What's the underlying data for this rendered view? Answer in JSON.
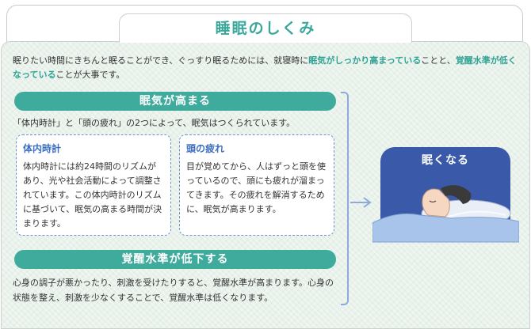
{
  "title": "睡眠のしくみ",
  "intro": {
    "part1": "眠りたい時間にきちんと眠ることができ、ぐっすり眠るためには、就寝時に",
    "highlight1": "眠気がしっかり高まっている",
    "part2": "ことと、",
    "highlight2": "覚醒水準が低くなっている",
    "part3": "ことが大事です。"
  },
  "section1": {
    "banner": "眠気が高まる",
    "lead": "「体内時計」と「頭の疲れ」の2つによって、眠気はつくられています。",
    "box_left": {
      "title": "体内時計",
      "body": "体内時計には約24時間のリズムがあり、光や社会活動によって調整されています。この体内時計のリズムに基づいて、眠気の高まる時間が決まります。"
    },
    "box_right": {
      "title": "頭の疲れ",
      "body": "目が覚めてから、人はずっと頭を使っているので、頭にも疲れが溜まってきます。その疲れを解消するために、眠気が高まります。"
    }
  },
  "section2": {
    "banner": "覚醒水準が低下する",
    "body": "心身の調子が悪かったり、刺激を受けたりすると、覚醒水準が高まります。心身の状態を整え、刺激を少なくすることで、覚醒水準は低くなります。"
  },
  "result": {
    "label": "眠くなる"
  },
  "colors": {
    "accent": "#3eab9c",
    "highlight_text": "#2fa394",
    "box_title": "#3c6fc2",
    "result_card": "#3a59a8"
  },
  "icons": [
    "arrow-right-icon",
    "sleeping-person-illustration"
  ]
}
